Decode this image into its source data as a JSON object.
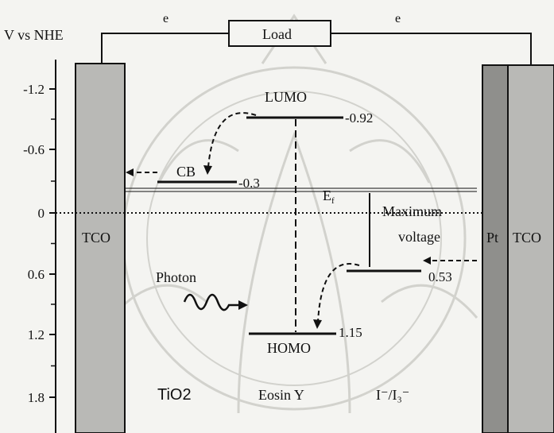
{
  "axis": {
    "title": "V vs NHE",
    "ticks": [
      "-1.2",
      "-0.6",
      "0",
      "0.6",
      "1.2",
      "1.8"
    ]
  },
  "circuit": {
    "load_label": "Load",
    "electron_left": "e",
    "electron_right": "e"
  },
  "electrodes": {
    "left_label": "TCO",
    "right_label": "TCO",
    "right_catalyst": "Pt"
  },
  "levels": {
    "lumo_label": "LUMO",
    "lumo_value": "-0.92",
    "cb_label": "CB",
    "cb_value": "-0.3",
    "fermi_label": "E",
    "fermi_subscript": "f",
    "redox_value": "0.53",
    "homo_label": "HOMO",
    "homo_value": "1.15",
    "max_voltage_line1": "Maximum",
    "max_voltage_line2": "voltage"
  },
  "photon_label": "Photon",
  "components": {
    "semiconductor": "TiO2",
    "dye": "Eosin Y",
    "electrolyte": "I⁻/I₃⁻"
  },
  "colors": {
    "electrode_fill": "#b9b9b6",
    "electrode_dark": "#8f8f8c",
    "line": "#111111",
    "watermark": "#c9c9c4"
  }
}
